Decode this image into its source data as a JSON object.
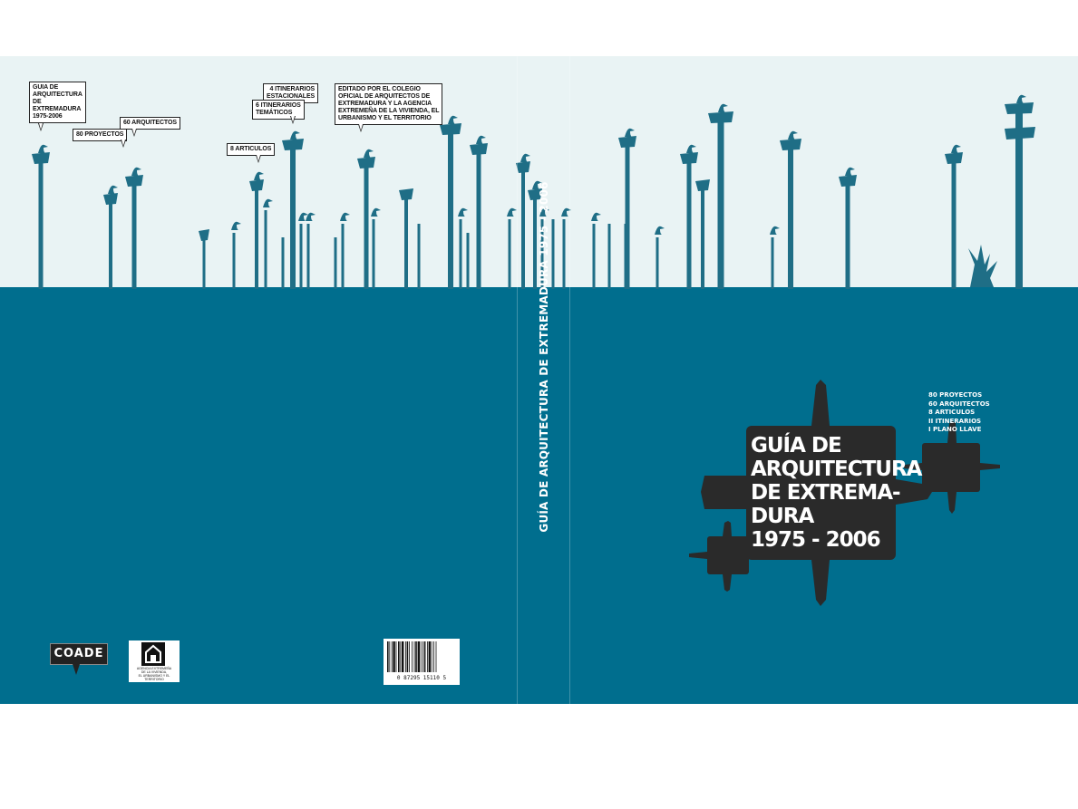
{
  "cover": {
    "spine_title": "GUÍA DE ARQUITECTURA DE EXTREMADURA 1975 - 2006",
    "main_title": [
      "GUÍA DE",
      "ARQUITECTURA",
      "DE EXTREMA-",
      "DURA",
      "1975 - 2006"
    ],
    "contents": [
      "80 PROYECTOS",
      "60 ARQUITECTOS",
      "8 ARTICULOS",
      "II ITINERARIOS",
      "I PLANO LLAVE"
    ],
    "bubbles": {
      "guide": "GUIA DE\nARQUITECTURA\nDE\nEXTREMADURA\n1975-2006",
      "projects": "80 PROYECTOS",
      "architects": "60 ARQUITECTOS",
      "articles": "8 ARTICULOS",
      "seasonal": "4 ITINERARIOS\nESTACIONALES",
      "thematic": "6 ITINERARIOS\nTEMÁTICOS",
      "edited": "EDITADO POR EL COLEGIO\nOFICIAL DE ARQUITECTOS DE\nEXTREMADURA Y LA AGENCIA\nEXTREMEÑA DE LA VIVIENDA, EL\nURBANISMO Y EL TERRITORIO"
    },
    "logos": {
      "coade": "COADE",
      "agency": "AGENCIA EXTREMEÑA\nDE LA VIVIENDA,\nEL URBANISMO Y EL TERRITORIO"
    },
    "barcode_number": "0  87295  15110  5",
    "colors": {
      "sky": "#e9f3f4",
      "sea": "#006e8e",
      "silhouette": "#1f6e86",
      "panel": "#2a2a2a"
    }
  }
}
